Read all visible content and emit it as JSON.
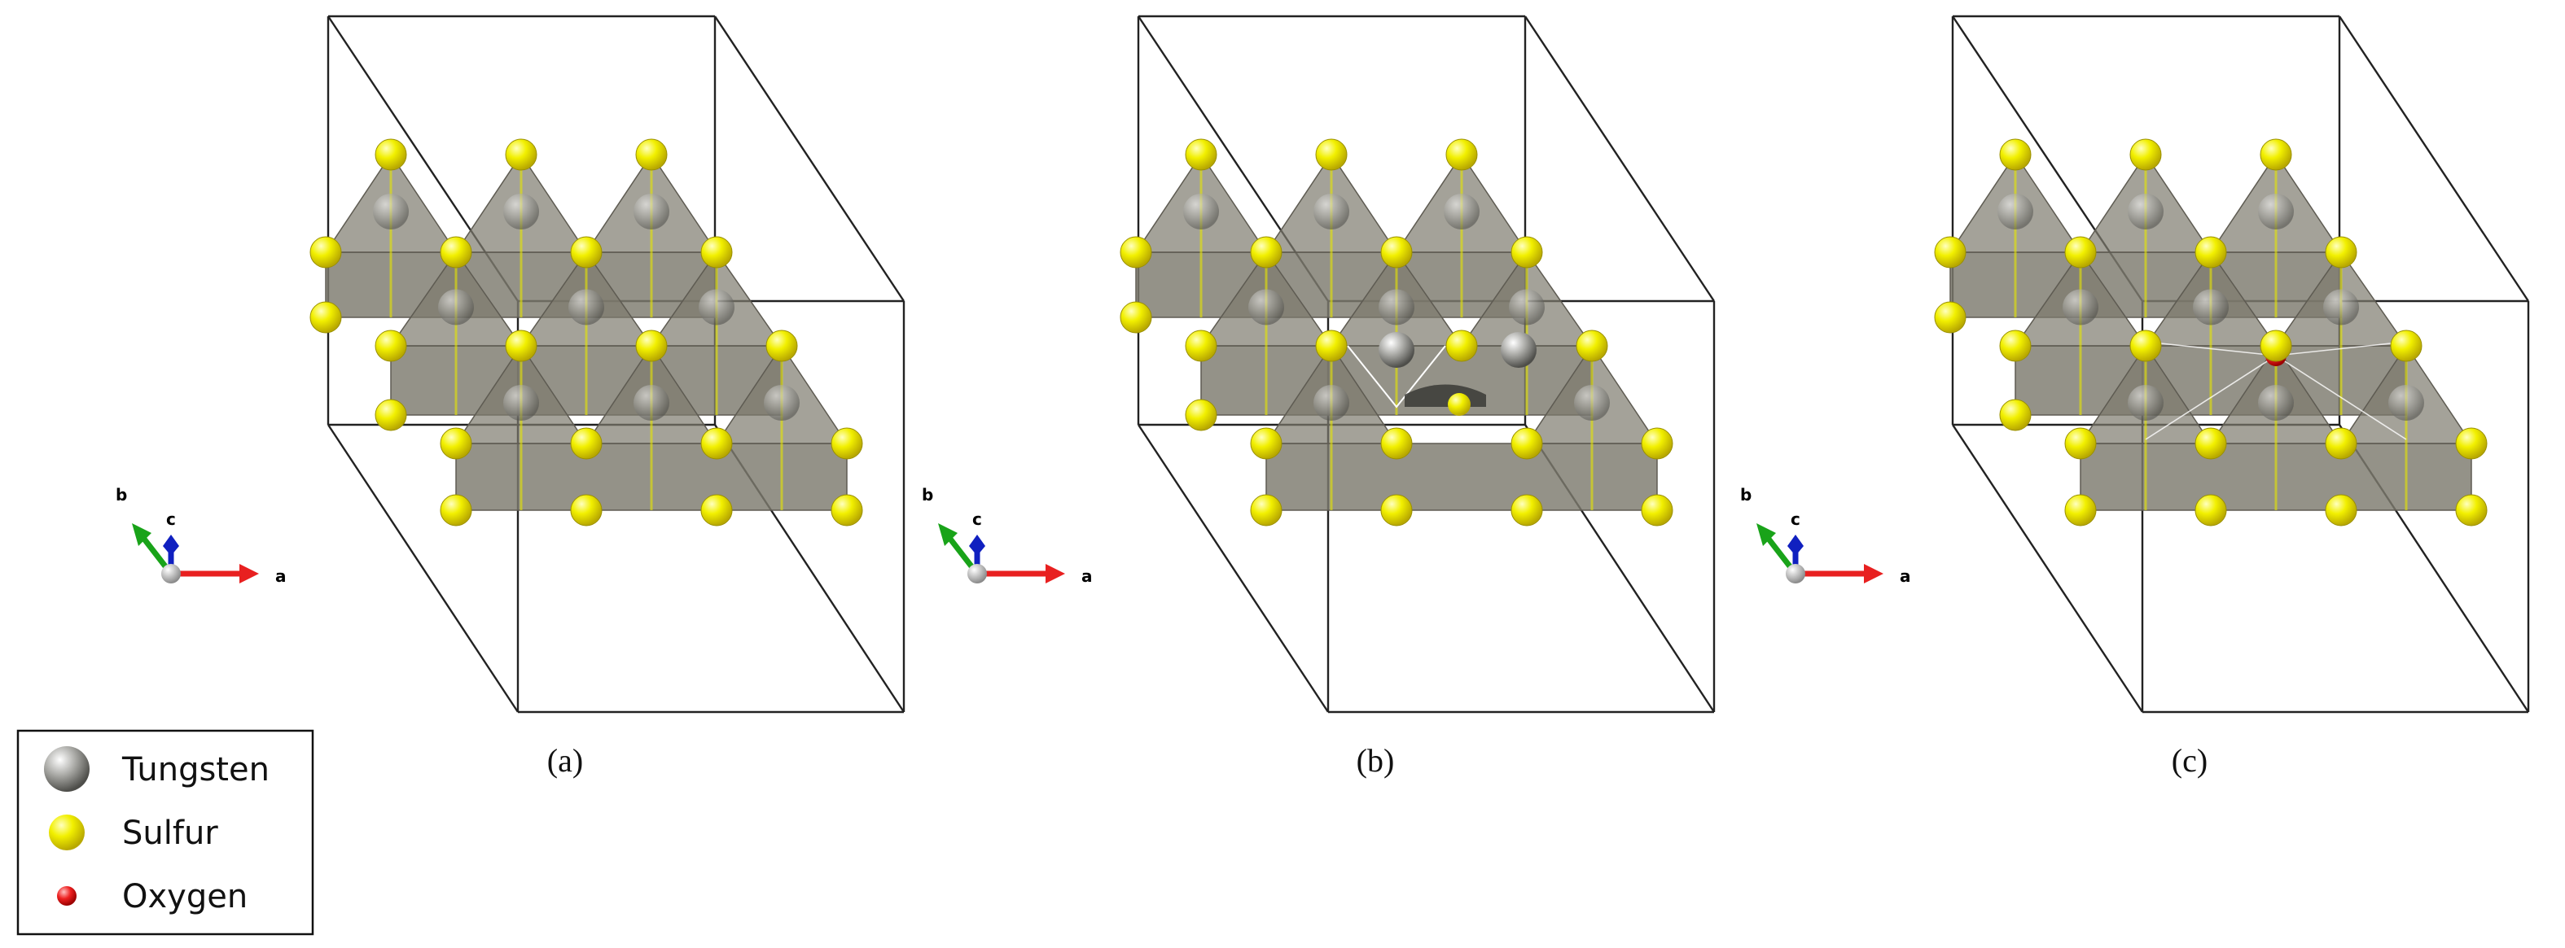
{
  "panels": [
    {
      "label": "(a)",
      "variant": "pristine"
    },
    {
      "label": "(b)",
      "variant": "sulfur-vacancy"
    },
    {
      "label": "(c)",
      "variant": "oxygen-substitution"
    }
  ],
  "axes": {
    "a": "a",
    "b": "b",
    "c": "c"
  },
  "legend": [
    {
      "label": "Tungsten",
      "color": "#8a8a86"
    },
    {
      "label": "Sulfur",
      "color": "#e6e600"
    },
    {
      "label": "Oxygen",
      "color": "#e82020"
    }
  ],
  "colors": {
    "polyhedron": "#7d7a6e",
    "cell_edge": "#222222",
    "axis_a": "#e82020",
    "axis_b": "#19a319",
    "axis_c": "#1020c0"
  }
}
